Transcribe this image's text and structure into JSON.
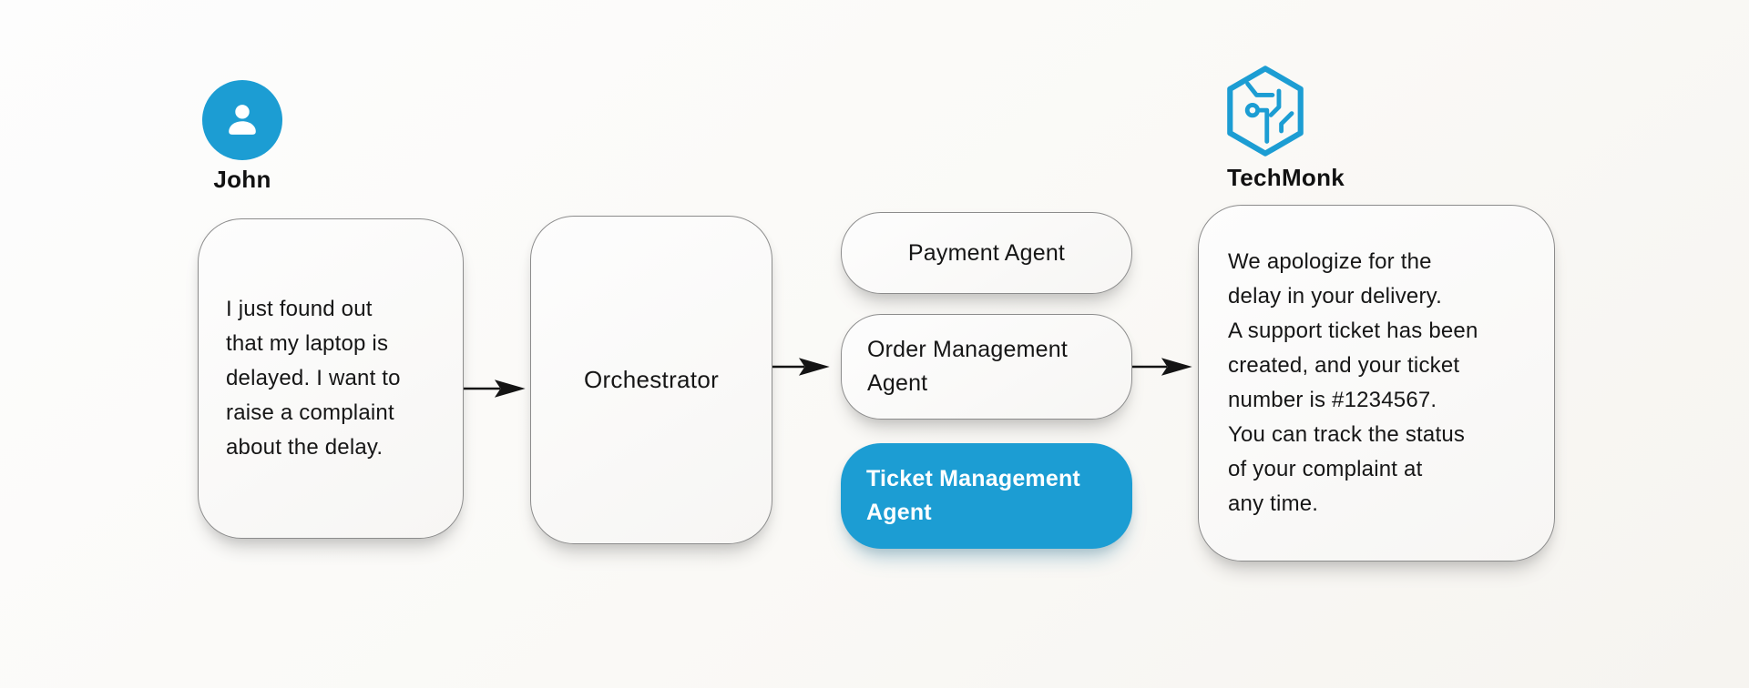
{
  "theme": {
    "accent": "#1c9dd3",
    "ink": "#161616",
    "card_border": "#8c8c8c",
    "background": "#faf9f6"
  },
  "user": {
    "name": "John",
    "avatar_icon": "person-icon"
  },
  "user_message": {
    "text": "I just found out\nthat my laptop is\ndelayed. I want to\nraise a complaint\nabout the delay."
  },
  "orchestrator": {
    "label": "Orchestrator"
  },
  "agents": [
    {
      "label": "Payment Agent",
      "active": false
    },
    {
      "label": "Order Management\nAgent",
      "active": false
    },
    {
      "label": "Ticket Management\nAgent",
      "active": true
    }
  ],
  "brand": {
    "name": "TechMonk",
    "logo_icon": "techmonk-hexagon-circuit-icon"
  },
  "response_message": {
    "text": "We apologize for the\ndelay in your delivery.\nA support ticket has been\ncreated, and your ticket\nnumber is #1234567.\nYou can track the status\nof your complaint at\nany time."
  }
}
